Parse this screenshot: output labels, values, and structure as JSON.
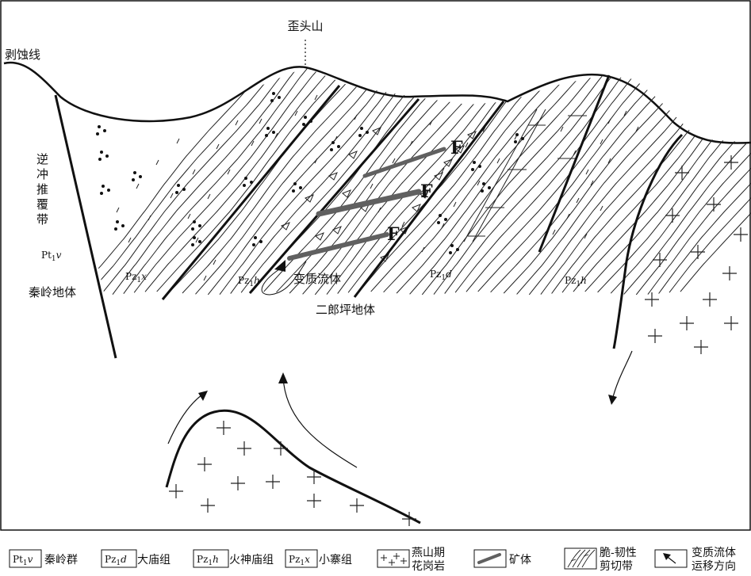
{
  "labels": {
    "peak": "歪头山",
    "erosion_line": "剥蚀线",
    "thrust_belt": [
      "逆",
      "冲",
      "推",
      "覆",
      "带"
    ],
    "qinling_block": "秦岭地体",
    "erlangping_block": "二郎坪地体",
    "metamorphic_fluid": "变质流体",
    "fault_marker": "F"
  },
  "units": {
    "pt1v": {
      "base": "Pt",
      "sub": "1",
      "ital": "v"
    },
    "pz1x": {
      "base": "Pz",
      "sub": "1",
      "ital": "x"
    },
    "pz1h": {
      "base": "Pz",
      "sub": "1",
      "ital": "h"
    },
    "pz1d": {
      "base": "Pz",
      "sub": "1",
      "ital": "d"
    }
  },
  "legend": [
    {
      "key": "pt1v",
      "symbol": {
        "base": "Pt",
        "sub": "1",
        "ital": "v"
      },
      "label": "秦岭群"
    },
    {
      "key": "pz1d",
      "symbol": {
        "base": "Pz",
        "sub": "1",
        "ital": "d"
      },
      "label": "大庙组"
    },
    {
      "key": "pz1h",
      "symbol": {
        "base": "Pz",
        "sub": "1",
        "ital": "h"
      },
      "label": "火神庙组"
    },
    {
      "key": "pz1x",
      "symbol": {
        "base": "Pz",
        "sub": "1",
        "ital": "x"
      },
      "label": "小寨组"
    },
    {
      "key": "granite",
      "label": [
        "燕山期",
        "花岗岩"
      ]
    },
    {
      "key": "orebody",
      "label": "矿体"
    },
    {
      "key": "shear",
      "label": [
        "脆-韧性",
        "剪切带"
      ]
    },
    {
      "key": "fluid",
      "label": [
        "变质流体",
        "运移方向"
      ]
    }
  ]
}
